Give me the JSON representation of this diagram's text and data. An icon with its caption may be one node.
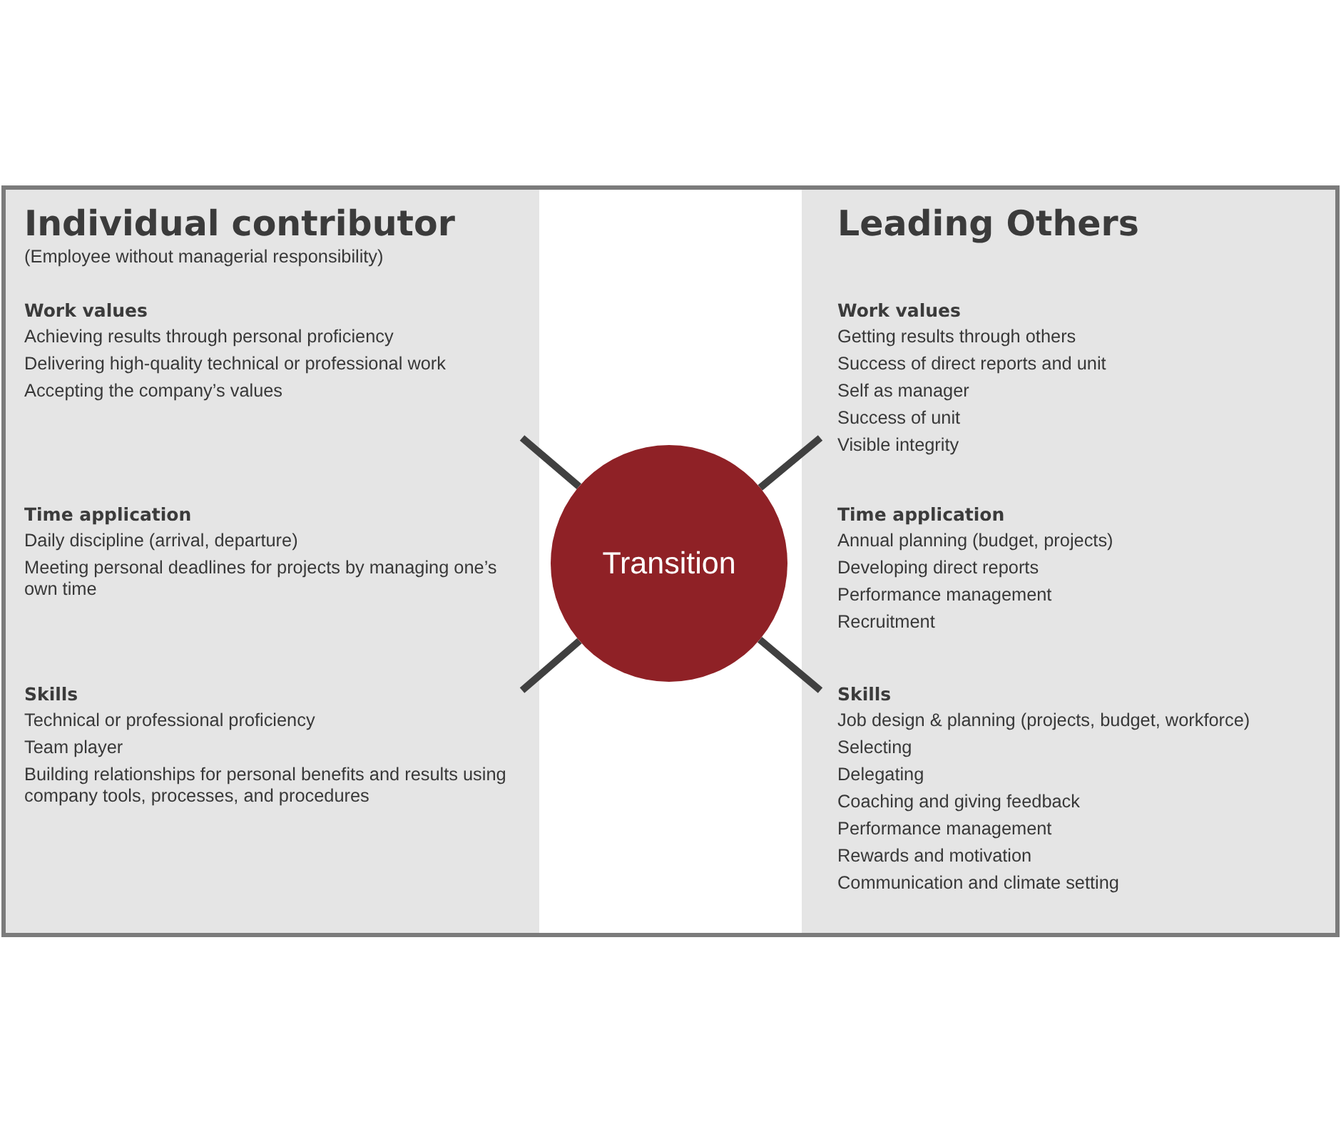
{
  "diagram": {
    "nodes": [
      {
        "text": [
          "Individual contributor",
          "(Employee without managerial responsibility)",
          "Work values",
          "Achieving results through personal proficiency",
          "Delivering high-quality technical or professional work",
          "Accepting the company’s values",
          "Time application",
          "Daily discipline (arrival, departure)",
          "Meeting personal deadlines for projects by managing one’s own time",
          "Skills",
          "Technical or professional proficiency",
          "Team player",
          "Building relationships for personal benefits and results using company tools, processes, and procedures"
        ]
      },
      {
        "text": [
          "Transition"
        ]
      },
      {
        "text": [
          "Leading Others",
          "Work values",
          "Getting results through others",
          "Success of direct reports and unit",
          "Self as manager",
          "Success of unit",
          "Visible integrity",
          "Time application",
          "Annual planning (budget, projects)",
          "Developing direct reports",
          "Performance management",
          "Recruitment",
          "Skills",
          "Job design & planning (projects, budget, workforce)",
          "Selecting",
          "Delegating",
          "Coaching and giving feedback",
          "Performance management",
          "Rewards and motivation",
          "Communication and climate setting"
        ]
      }
    ],
    "edges": [
      {
        "from": 1,
        "to": 0,
        "arrow": "none"
      },
      {
        "from": 1,
        "to": 2,
        "arrow": "none"
      },
      {
        "from": 1,
        "to": 0,
        "arrow": "none"
      },
      {
        "from": 1,
        "to": 2,
        "arrow": "none"
      }
    ]
  }
}
